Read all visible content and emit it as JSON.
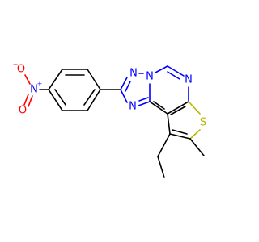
{
  "colors": {
    "carbon_bond": "#000000",
    "nitrogen": "#0000ff",
    "oxygen": "#ff0000",
    "sulfur": "#b8b800",
    "background": "#ffffff"
  },
  "atoms": {
    "n_triazole_top": "N",
    "n_triazole_bridge": "N",
    "n_triazole_bottom": "N",
    "n_pyrimidine": "N",
    "s_thiophene": "S",
    "n_nitro": "N",
    "n_nitro_charge": "+",
    "o_nitro_top": "O",
    "o_nitro_top_charge": "−",
    "o_nitro_bottom": "O"
  }
}
